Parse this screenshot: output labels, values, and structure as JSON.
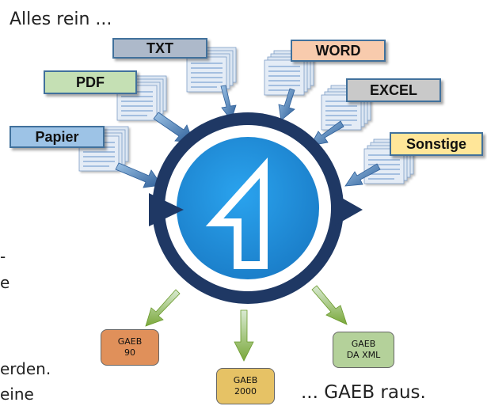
{
  "captions": {
    "top": "Alles rein ...",
    "bottom": "... GAEB raus.",
    "cut_fragments": [
      "-",
      "e",
      "erden.",
      "eine"
    ]
  },
  "input_labels": [
    {
      "name": "txt",
      "text": "TXT",
      "color": "#adb9ca"
    },
    {
      "name": "word",
      "text": "WORD",
      "color": "#f8cbad"
    },
    {
      "name": "pdf",
      "text": "PDF",
      "color": "#c5e0b4"
    },
    {
      "name": "excel",
      "text": "EXCEL",
      "color": "#c9c9c9"
    },
    {
      "name": "papier",
      "text": "Papier",
      "color": "#9dc3e6"
    },
    {
      "name": "sonstige",
      "text": "Sonstige",
      "color": "#ffe699"
    }
  ],
  "output_labels": [
    {
      "name": "gaeb-90",
      "lines": [
        "GAEB",
        "90"
      ],
      "color": "#e0905a"
    },
    {
      "name": "gaeb-2000",
      "lines": [
        "GAEB",
        "2000"
      ],
      "color": "#e6c265"
    },
    {
      "name": "gaeb-da-xml",
      "lines": [
        "GAEB",
        "DA XML"
      ],
      "color": "#b4d19a"
    }
  ],
  "logo": {
    "glyph": "1",
    "ring_color": "#1f3864",
    "center_color": "#1a8bd6"
  },
  "colors": {
    "input_arrow": "#4f81bd",
    "output_arrow": "#8dba4c",
    "document": "#dce6f2"
  }
}
